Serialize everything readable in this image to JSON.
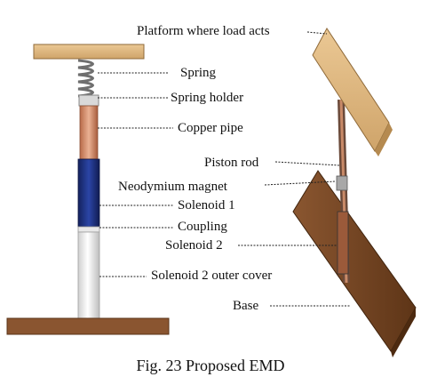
{
  "labels": {
    "platform": "Platform where load acts",
    "spring": "Spring",
    "spring_holder": "Spring holder",
    "copper_pipe": "Copper pipe",
    "piston_rod": "Piston rod",
    "neodymium_magnet": "Neodymium magnet",
    "solenoid_1": "Solenoid 1",
    "coupling": "Coupling",
    "solenoid_2": "Solenoid 2",
    "solenoid_2_cover": "Solenoid 2 outer cover",
    "base": "Base"
  },
  "caption": "Fig. 23 Proposed EMD",
  "colors": {
    "wood_light": "#e2bd86",
    "wood_dark": "#7a4a24",
    "copper": "#cf8b68",
    "solenoid_blue": "#1b2e78",
    "cover_white": "#f0f0f0",
    "spring_grey": "#8a8a8a"
  }
}
